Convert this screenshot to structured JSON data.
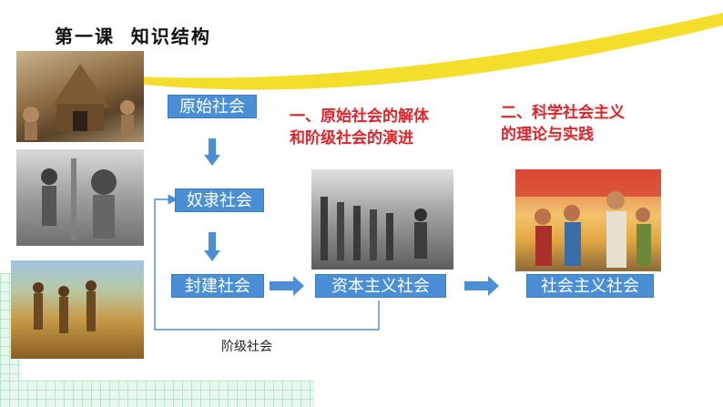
{
  "page": {
    "title": "第一课  知识结构"
  },
  "nodes": {
    "primitive": "原始社会",
    "slave": "奴隶社会",
    "feudal": "封建社会",
    "capitalist": "资本主义社会",
    "socialist": "社会主义社会"
  },
  "labels": {
    "class_society": "阶级社会"
  },
  "sections": {
    "one_line1": "一、原始社会的解体",
    "one_line2": "和阶级社会的演进",
    "two_line1": "二、科学社会主义",
    "two_line2": "的理论与实践"
  },
  "colors": {
    "box_fill": "#4a8fd6",
    "accent_red": "#e0242a",
    "arc_yellow": "#f3de2c",
    "grid_green": "#b8e4c8"
  }
}
